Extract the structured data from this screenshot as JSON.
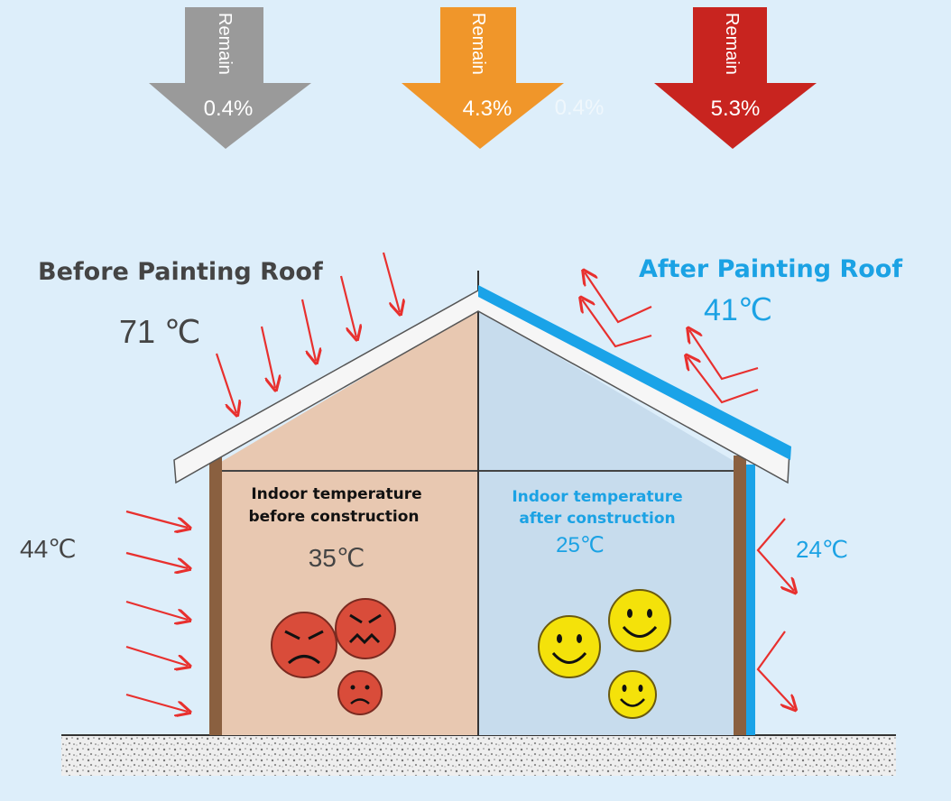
{
  "colors": {
    "background": "#ddeefa",
    "before_room": "#e8c8b1",
    "after_room": "#c7dced",
    "heat_arrow": "#e8302e",
    "cool_coating": "#1aa3e8",
    "wall_brown": "#8a6040",
    "before_text": "#444444",
    "after_text": "#1ba2e4",
    "arrow_gray": "#9a9a9a",
    "arrow_orange": "#f0962a",
    "arrow_red": "#c8241f",
    "sad_face": "#d94c3a",
    "happy_face": "#f4e20a"
  },
  "remain_arrows": [
    {
      "label": "Remain",
      "value": "0.4%",
      "color": "gray"
    },
    {
      "label": "Remain",
      "value": "4.3%",
      "ghost_value": "0.4%",
      "color": "orange"
    },
    {
      "label": "Remain",
      "value": "5.3%",
      "color": "red"
    }
  ],
  "before": {
    "title": "Before Painting Roof",
    "roof_temp": "71 ℃",
    "wall_temp": "44℃",
    "indoor_label_1": "Indoor temperature",
    "indoor_label_2": "before construction",
    "indoor_temp": "35℃",
    "face_icons": [
      "angry-face-icon",
      "angry-face-icon",
      "sad-face-icon"
    ]
  },
  "after": {
    "title": "After Painting Roof",
    "roof_temp": "41℃",
    "wall_temp": "24℃",
    "indoor_label_1": "Indoor temperature",
    "indoor_label_2": "after construction",
    "indoor_temp": "25℃",
    "face_icons": [
      "smile-face-icon",
      "smile-face-icon",
      "smile-face-icon"
    ]
  }
}
